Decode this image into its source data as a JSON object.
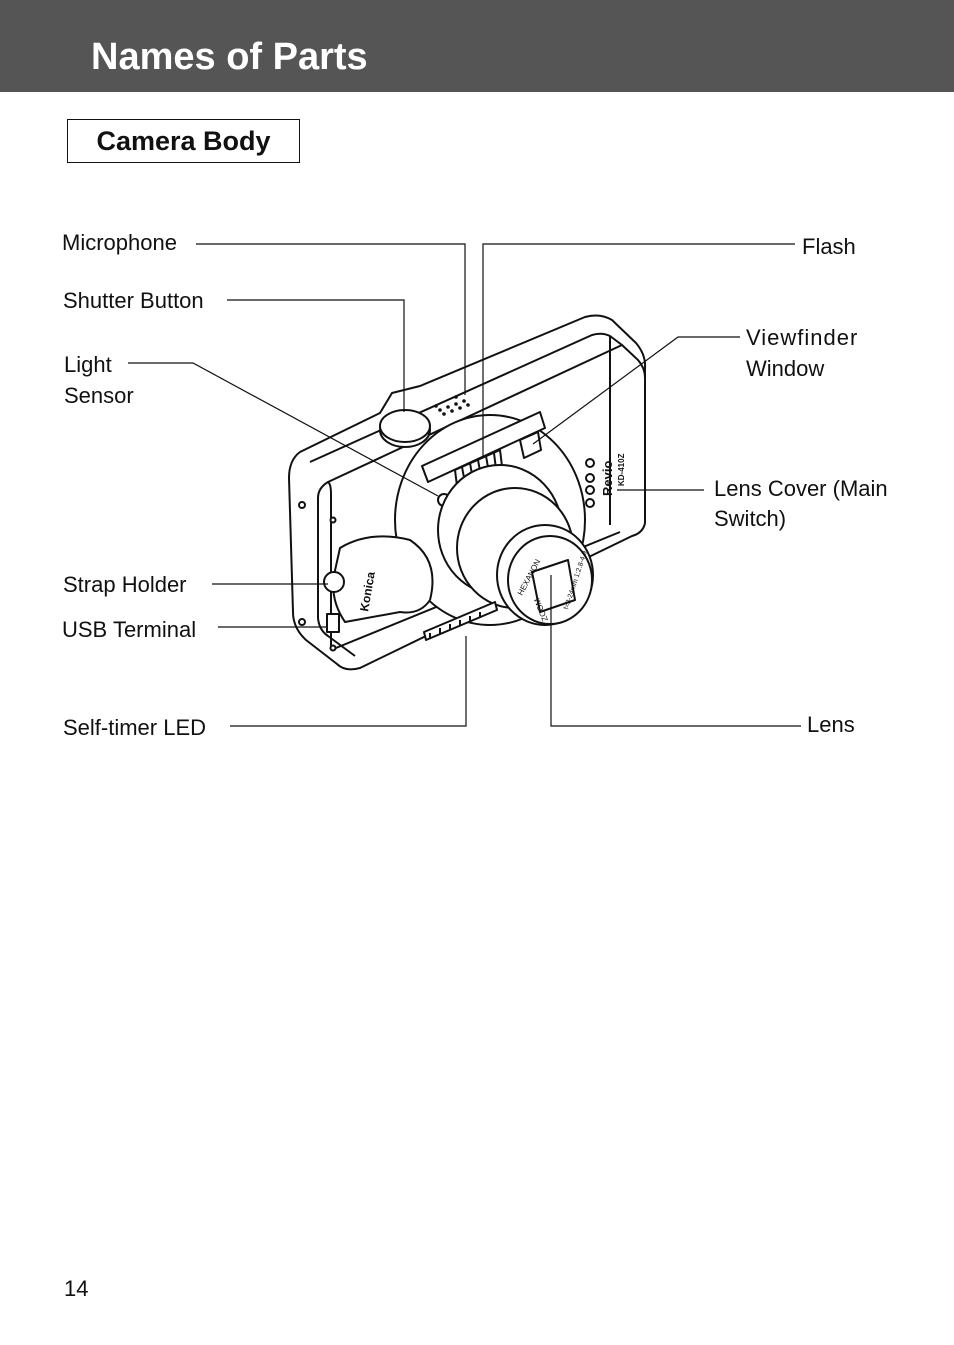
{
  "header": {
    "title": "Names of Parts"
  },
  "section": {
    "title": "Camera Body"
  },
  "labels": {
    "microphone": "Microphone",
    "shutter_button": "Shutter Button",
    "light_sensor_line1": "Light",
    "light_sensor_line2": "Sensor",
    "strap_holder": "Strap Holder",
    "usb_terminal": "USB Terminal",
    "self_timer_led": "Self-timer LED",
    "flash": "Flash",
    "viewfinder_line1": "Viewfinder",
    "viewfinder_line2": "Window",
    "lens_cover_line1": "Lens Cover (Main",
    "lens_cover_line2": "Switch)",
    "lens": "Lens"
  },
  "camera_markings": {
    "brand": "Revio",
    "model": "KD-410Z",
    "maker": "Konica",
    "lens_ring_1": "HEXANON",
    "lens_ring_2": "ZOOM",
    "lens_ring_3": "f=8-24mm 1:2.8-4.9"
  },
  "footer": {
    "page_number": "14"
  }
}
